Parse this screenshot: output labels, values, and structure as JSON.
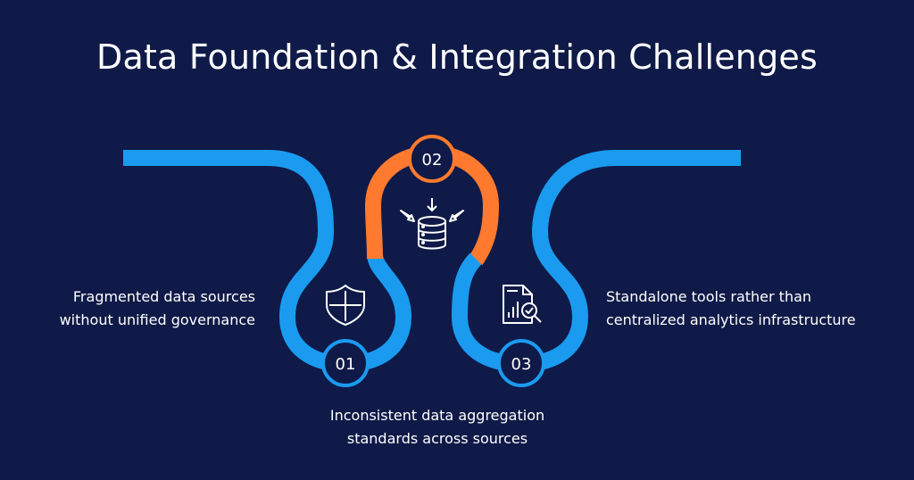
{
  "title": "Data Foundation & Integration Challenges",
  "steps": [
    {
      "number": "01",
      "icon": "shield-icon",
      "text_lines": [
        "Fragmented data sources",
        "without unified governance"
      ]
    },
    {
      "number": "02",
      "icon": "database-icon",
      "text_lines": [
        "Inconsistent data aggregation",
        "standards across sources"
      ]
    },
    {
      "number": "03",
      "icon": "report-analytics-icon",
      "text_lines": [
        "Standalone tools rather than",
        "centralized analytics infrastructure"
      ]
    }
  ],
  "colors": {
    "background": "#0f1a48",
    "blue": "#1a9bf0",
    "orange": "#ff7a2e",
    "text": "#ffffff"
  }
}
